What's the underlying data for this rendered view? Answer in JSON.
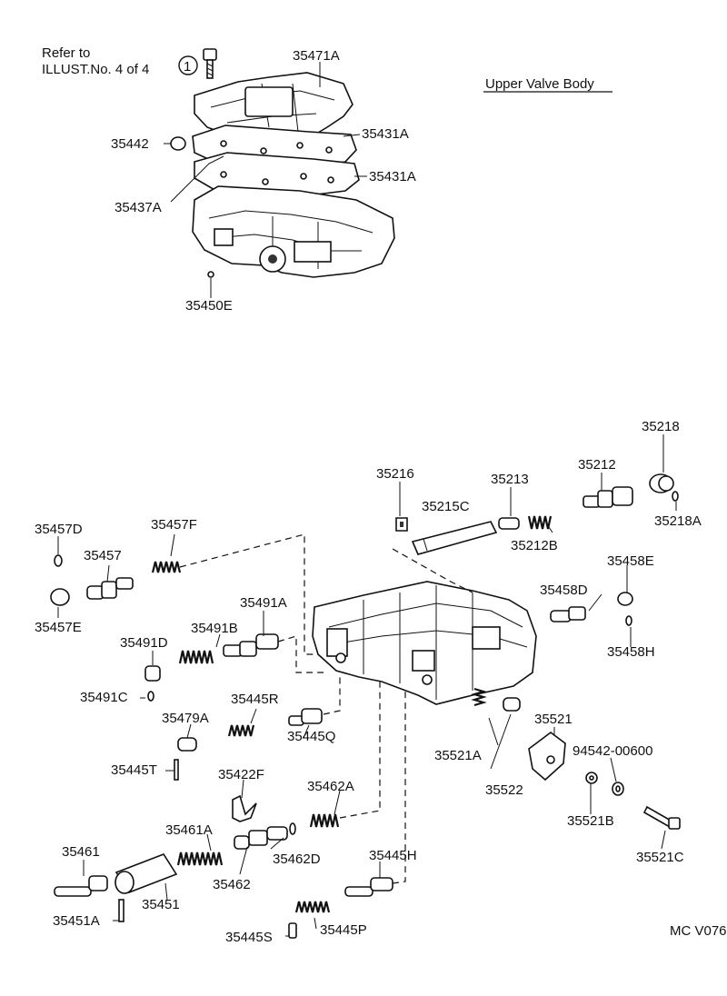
{
  "header": {
    "refer_line1": "Refer to",
    "refer_line2": "ILLUST.No. 4 of 4",
    "refer_circle": "1",
    "section_title": "Upper Valve Body",
    "code": "MC V076"
  },
  "parts": {
    "p35471A": "35471A",
    "p35431A_1": "35431A",
    "p35431A_2": "35431A",
    "p35442": "35442",
    "p35437A": "35437A",
    "p35450E": "35450E",
    "p35218": "35218",
    "p35218A": "35218A",
    "p35216": "35216",
    "p35213": "35213",
    "p35212": "35212",
    "p35215C": "35215C",
    "p35212B": "35212B",
    "p35457D": "35457D",
    "p35457F": "35457F",
    "p35457": "35457",
    "p35457E": "35457E",
    "p35458E": "35458E",
    "p35458D": "35458D",
    "p35458H": "35458H",
    "p35491A": "35491A",
    "p35491B": "35491B",
    "p35491D": "35491D",
    "p35491C": "35491C",
    "p35445R": "35445R",
    "p35445Q": "35445Q",
    "p35479A": "35479A",
    "p35445T": "35445T",
    "p35422F": "35422F",
    "p35521": "35521",
    "p35521A": "35521A",
    "p35522": "35522",
    "p94542": "94542-00600",
    "p35521B": "35521B",
    "p35521C": "35521C",
    "p35462A": "35462A",
    "p35461A": "35461A",
    "p35461": "35461",
    "p35462D": "35462D",
    "p35462": "35462",
    "p35451": "35451",
    "p35451A": "35451A",
    "p35445H": "35445H",
    "p35445S": "35445S",
    "p35445P": "35445P"
  }
}
